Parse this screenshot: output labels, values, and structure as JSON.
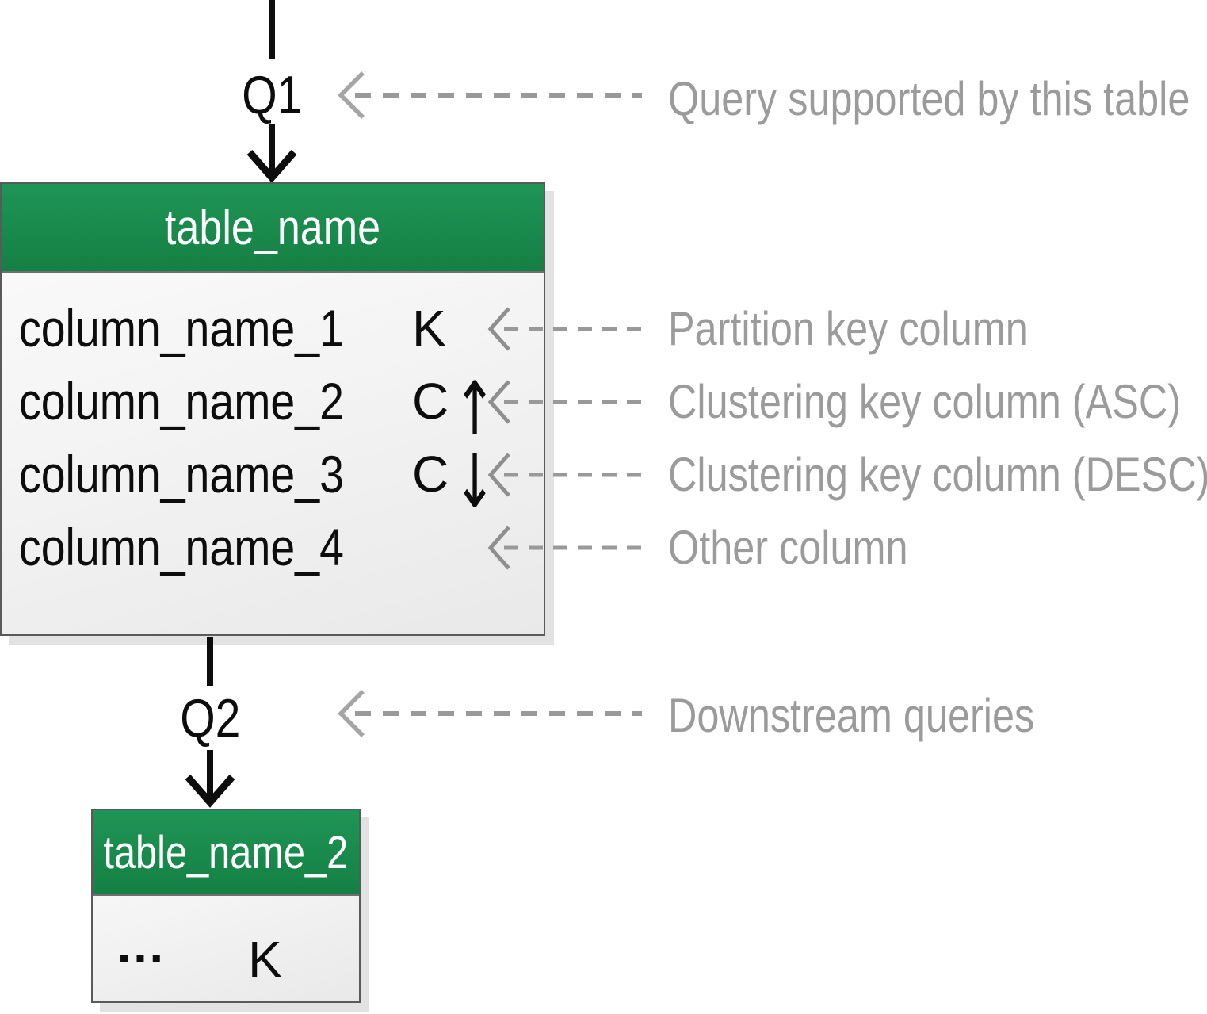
{
  "diagram": {
    "connectors": [
      {
        "label": "Q1"
      },
      {
        "label": "Q2"
      }
    ],
    "tables": [
      {
        "name": "table_name",
        "columns": [
          {
            "name": "column_name_1",
            "key": "K",
            "arrow": ""
          },
          {
            "name": "column_name_2",
            "key": "C",
            "arrow": "↑"
          },
          {
            "name": "column_name_3",
            "key": "C",
            "arrow": "↓"
          },
          {
            "name": "column_name_4",
            "key": "",
            "arrow": ""
          }
        ]
      },
      {
        "name": "table_name_2",
        "columns": [
          {
            "name": "…",
            "key": "K",
            "arrow": ""
          }
        ]
      }
    ],
    "annotations": [
      {
        "label": "Query supported by this table"
      },
      {
        "label": "Partition key column"
      },
      {
        "label": "Clustering key column (ASC)"
      },
      {
        "label": "Clustering key column (DESC)"
      },
      {
        "label": "Other column"
      },
      {
        "label": "Downstream queries"
      }
    ],
    "colors": {
      "header_green": "#17894c",
      "table_border": "#5a5a5a",
      "label_gray": "#9b9b9b",
      "arrow_gray": "#999999",
      "text_black": "#0d0d0d",
      "shadow_gray": "#e2e2e2"
    }
  }
}
